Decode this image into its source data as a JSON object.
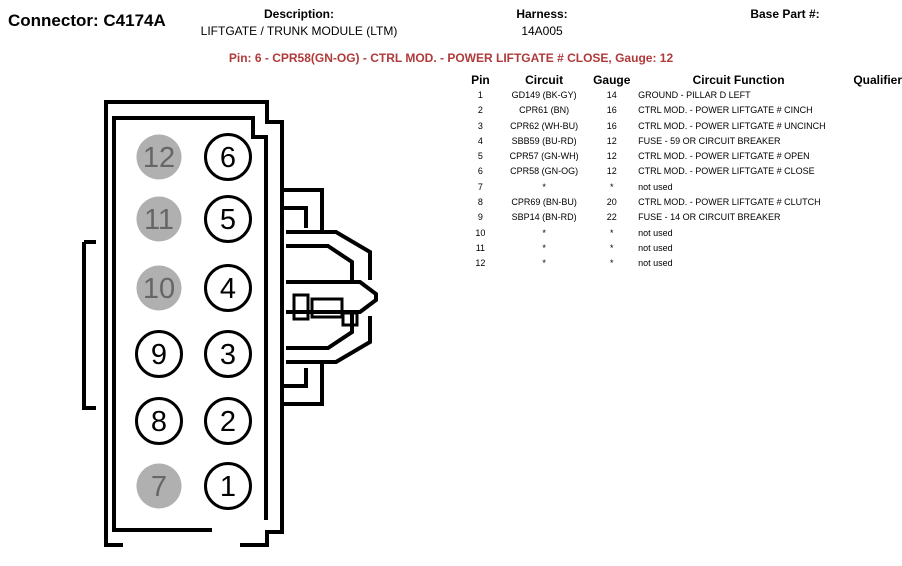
{
  "connector": {
    "label": "Connector:",
    "id": "C4174A"
  },
  "description": {
    "label": "Description:",
    "value": "LIFTGATE / TRUNK MODULE (LTM)"
  },
  "harness": {
    "label": "Harness:",
    "value": "14A005"
  },
  "base_part": {
    "label": "Base Part #:",
    "value": ""
  },
  "selected_pin_line": "Pin: 6 - CPR58(GN-OG) - CTRL MOD. - POWER LIFTGATE # CLOSE, Gauge: 12",
  "colors": {
    "highlight": "#b03a3a",
    "unused_pin": "#b0b0b0",
    "line": "#000000"
  },
  "table": {
    "headers": {
      "pin": "Pin",
      "circuit": "Circuit",
      "gauge": "Gauge",
      "function": "Circuit Function",
      "qualifier": "Qualifier"
    },
    "rows": [
      {
        "pin": "1",
        "circuit": "GD149 (BK-GY)",
        "gauge": "14",
        "function": "GROUND - PILLAR D LEFT",
        "qualifier": ""
      },
      {
        "pin": "2",
        "circuit": "CPR61 (BN)",
        "gauge": "16",
        "function": "CTRL MOD. - POWER LIFTGATE # CINCH",
        "qualifier": ""
      },
      {
        "pin": "3",
        "circuit": "CPR62 (WH-BU)",
        "gauge": "16",
        "function": "CTRL MOD. - POWER LIFTGATE # UNCINCH",
        "qualifier": ""
      },
      {
        "pin": "4",
        "circuit": "SBB59 (BU-RD)",
        "gauge": "12",
        "function": "FUSE - 59 OR CIRCUIT BREAKER",
        "qualifier": ""
      },
      {
        "pin": "5",
        "circuit": "CPR57 (GN-WH)",
        "gauge": "12",
        "function": "CTRL MOD. - POWER LIFTGATE # OPEN",
        "qualifier": ""
      },
      {
        "pin": "6",
        "circuit": "CPR58 (GN-OG)",
        "gauge": "12",
        "function": "CTRL MOD. - POWER LIFTGATE # CLOSE",
        "qualifier": ""
      },
      {
        "pin": "7",
        "circuit": "*",
        "gauge": "*",
        "function": "not used",
        "qualifier": ""
      },
      {
        "pin": "8",
        "circuit": "CPR69 (BN-BU)",
        "gauge": "20",
        "function": "CTRL MOD. - POWER LIFTGATE # CLUTCH",
        "qualifier": ""
      },
      {
        "pin": "9",
        "circuit": "SBP14 (BN-RD)",
        "gauge": "22",
        "function": "FUSE - 14 OR CIRCUIT BREAKER",
        "qualifier": ""
      },
      {
        "pin": "10",
        "circuit": "*",
        "gauge": "*",
        "function": "not used",
        "qualifier": ""
      },
      {
        "pin": "11",
        "circuit": "*",
        "gauge": "*",
        "function": "not used",
        "qualifier": ""
      },
      {
        "pin": "12",
        "circuit": "*",
        "gauge": "*",
        "function": "not used",
        "qualifier": ""
      }
    ]
  },
  "diagram": {
    "pins": [
      {
        "label": "12",
        "used": false
      },
      {
        "label": "6",
        "used": true
      },
      {
        "label": "11",
        "used": false
      },
      {
        "label": "5",
        "used": true
      },
      {
        "label": "10",
        "used": false
      },
      {
        "label": "4",
        "used": true
      },
      {
        "label": "9",
        "used": true
      },
      {
        "label": "3",
        "used": true
      },
      {
        "label": "8",
        "used": true
      },
      {
        "label": "2",
        "used": true
      },
      {
        "label": "7",
        "used": false
      },
      {
        "label": "1",
        "used": true
      }
    ]
  }
}
